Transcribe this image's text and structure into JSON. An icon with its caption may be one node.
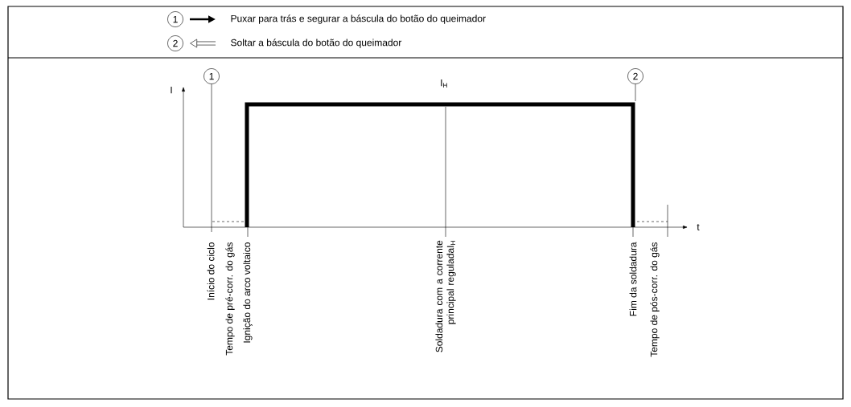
{
  "diagram": {
    "nodes": [
      {
        "text": [
          "1"
        ]
      },
      {
        "text": [
          "2"
        ]
      },
      {
        "text": [
          "1"
        ]
      },
      {
        "text": [
          "2"
        ]
      }
    ],
    "edges": [
      {
        "from": 2,
        "to": null,
        "arrow": "none"
      },
      {
        "from": 3,
        "to": null,
        "arrow": "none"
      }
    ],
    "labels": [
      "Puxar para trás e segurar a báscula do botão do queimador",
      "Soltar a báscula do botão do queimador",
      "I",
      "I$_{H}$",
      "t",
      "Início do ciclo",
      "Tempo de pré-corr. do gás",
      "Ignição do arco voltaico",
      "Soldadura com a corrente principal reguladaI$_{H}$",
      "Fim da soldadura",
      "Tempo de pós-corr. do gás"
    ]
  }
}
